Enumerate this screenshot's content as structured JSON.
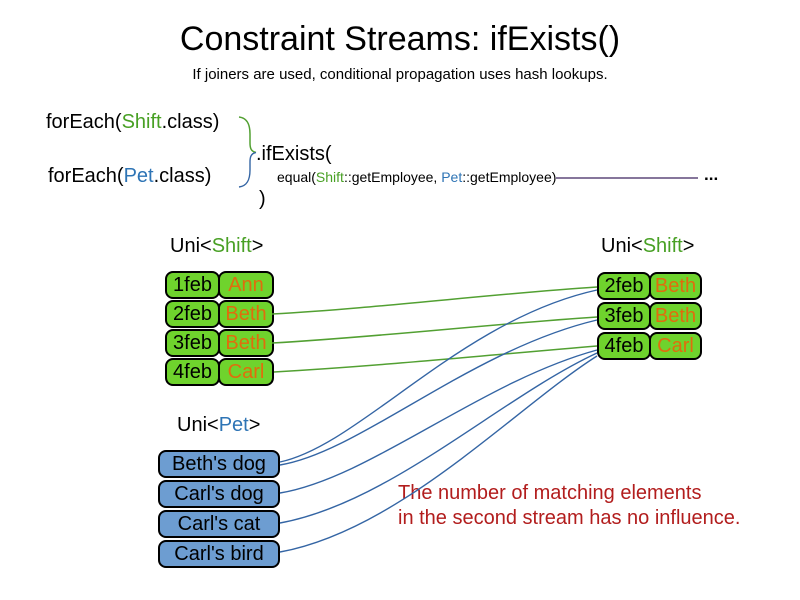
{
  "slide": {
    "title": "Constraint Streams: ifExists()",
    "subtitle": "If joiners are used, conditional propagation uses hash lookups."
  },
  "code": {
    "foreach_shift": {
      "prefix": "forEach(",
      "class_name": "Shift",
      "suffix": ".class)"
    },
    "foreach_pet": {
      "prefix": "forEach(",
      "class_name": "Pet",
      "suffix": ".class)"
    },
    "if_exists": ".ifExists(",
    "equal": {
      "prefix": "equal(",
      "shift_arg": "Shift",
      "mid": "::getEmployee, ",
      "pet_arg": "Pet",
      "suffix": "::getEmployee)"
    },
    "ellipsis": "...",
    "close_paren": ")"
  },
  "left_shift_table": {
    "label": {
      "prefix": "Uni<",
      "type": "Shift",
      "suffix": ">"
    },
    "rows": [
      {
        "date": "1feb",
        "name": "Ann"
      },
      {
        "date": "2feb",
        "name": "Beth"
      },
      {
        "date": "3feb",
        "name": "Beth"
      },
      {
        "date": "4feb",
        "name": "Carl"
      }
    ]
  },
  "right_shift_table": {
    "label": {
      "prefix": "Uni<",
      "type": "Shift",
      "suffix": ">"
    },
    "rows": [
      {
        "date": "2feb",
        "name": "Beth"
      },
      {
        "date": "3feb",
        "name": "Beth"
      },
      {
        "date": "4feb",
        "name": "Carl"
      }
    ]
  },
  "pet_table": {
    "label": {
      "prefix": "Uni<",
      "type": "Pet",
      "suffix": ">"
    },
    "rows": [
      "Beth's dog",
      "Carl's dog",
      "Carl's cat",
      "Carl's bird"
    ]
  },
  "note": {
    "line1": "The number of matching elements",
    "line2": "in the second stream has no influence."
  },
  "colors": {
    "type_green": "#48a024",
    "type_blue": "#2e74b5",
    "box_green": "#6fd32d",
    "box_blue": "#6d9dd1",
    "name_orange": "#e06d0d",
    "line_green": "#52a032",
    "line_blue": "#3465a4",
    "joiner_purple": "#5f497a",
    "note_red": "#b21d1d"
  }
}
